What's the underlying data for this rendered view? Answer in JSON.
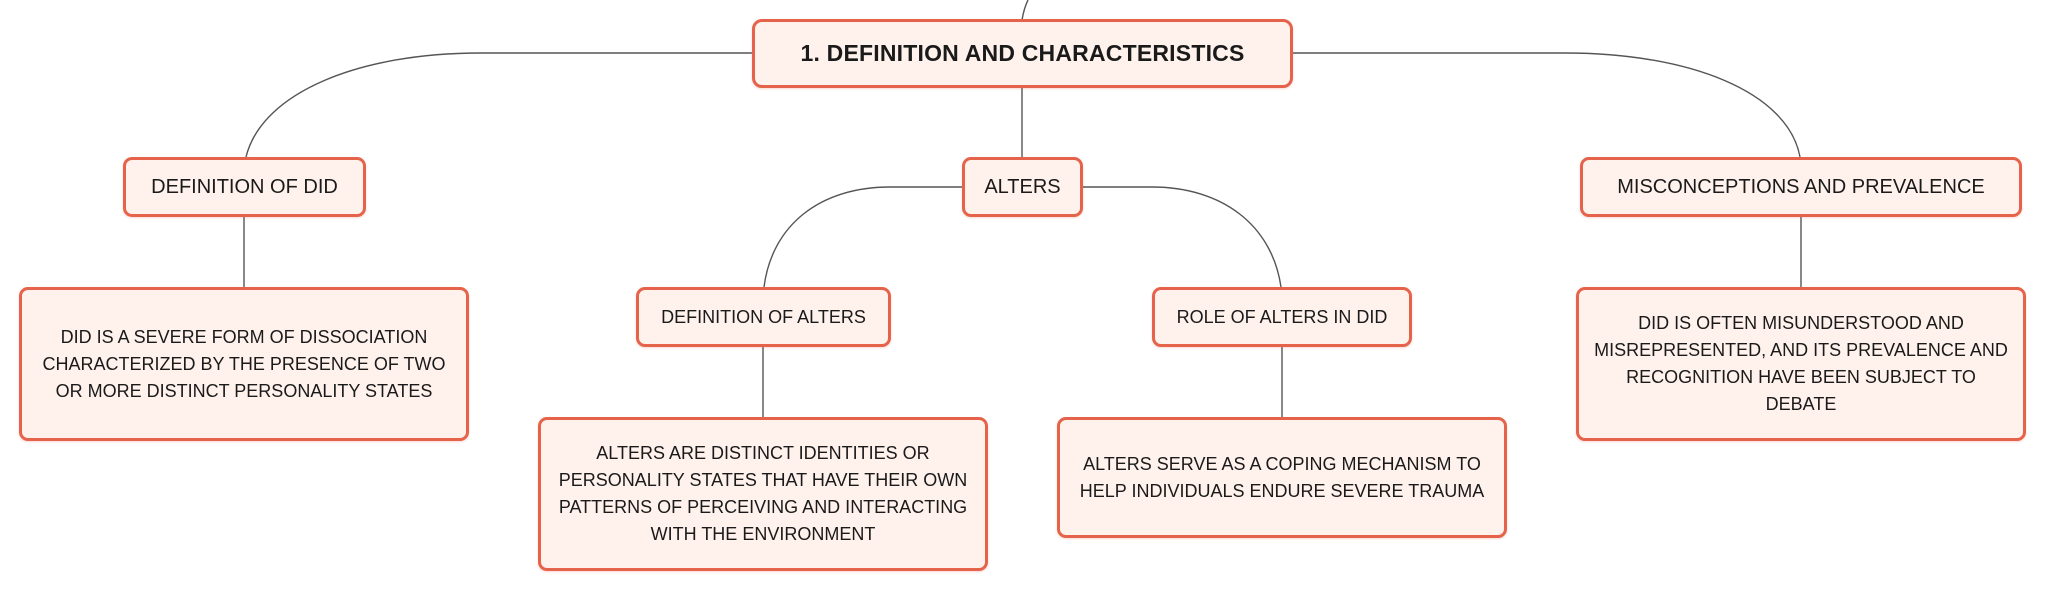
{
  "colors": {
    "node_border": "#e5634a",
    "node_fill": "#fff1ec",
    "connector": "#555555",
    "text": "#1a1a1a"
  },
  "mindmap": {
    "root": {
      "label": "1. DEFINITION AND CHARACTERISTICS"
    },
    "topics": {
      "definition_of_did": {
        "label": "DEFINITION OF DID",
        "detail": "DID IS A SEVERE FORM OF DISSOCIATION CHARACTERIZED BY THE PRESENCE OF TWO OR MORE DISTINCT PERSONALITY STATES"
      },
      "alters": {
        "label": "ALTERS",
        "definition_of_alters": {
          "label": "DEFINITION OF ALTERS",
          "detail": "ALTERS ARE DISTINCT IDENTITIES OR PERSONALITY STATES THAT HAVE THEIR OWN PATTERNS OF PERCEIVING AND INTERACTING WITH THE ENVIRONMENT"
        },
        "role_of_alters": {
          "label": "ROLE OF ALTERS IN DID",
          "detail": "ALTERS SERVE AS A COPING MECHANISM TO HELP INDIVIDUALS ENDURE SEVERE TRAUMA"
        }
      },
      "misconceptions": {
        "label": "MISCONCEPTIONS AND PREVALENCE",
        "detail": "DID IS OFTEN MISUNDERSTOOD AND MISREPRESENTED, AND ITS PREVALENCE AND RECOGNITION HAVE BEEN SUBJECT TO DEBATE"
      }
    }
  }
}
